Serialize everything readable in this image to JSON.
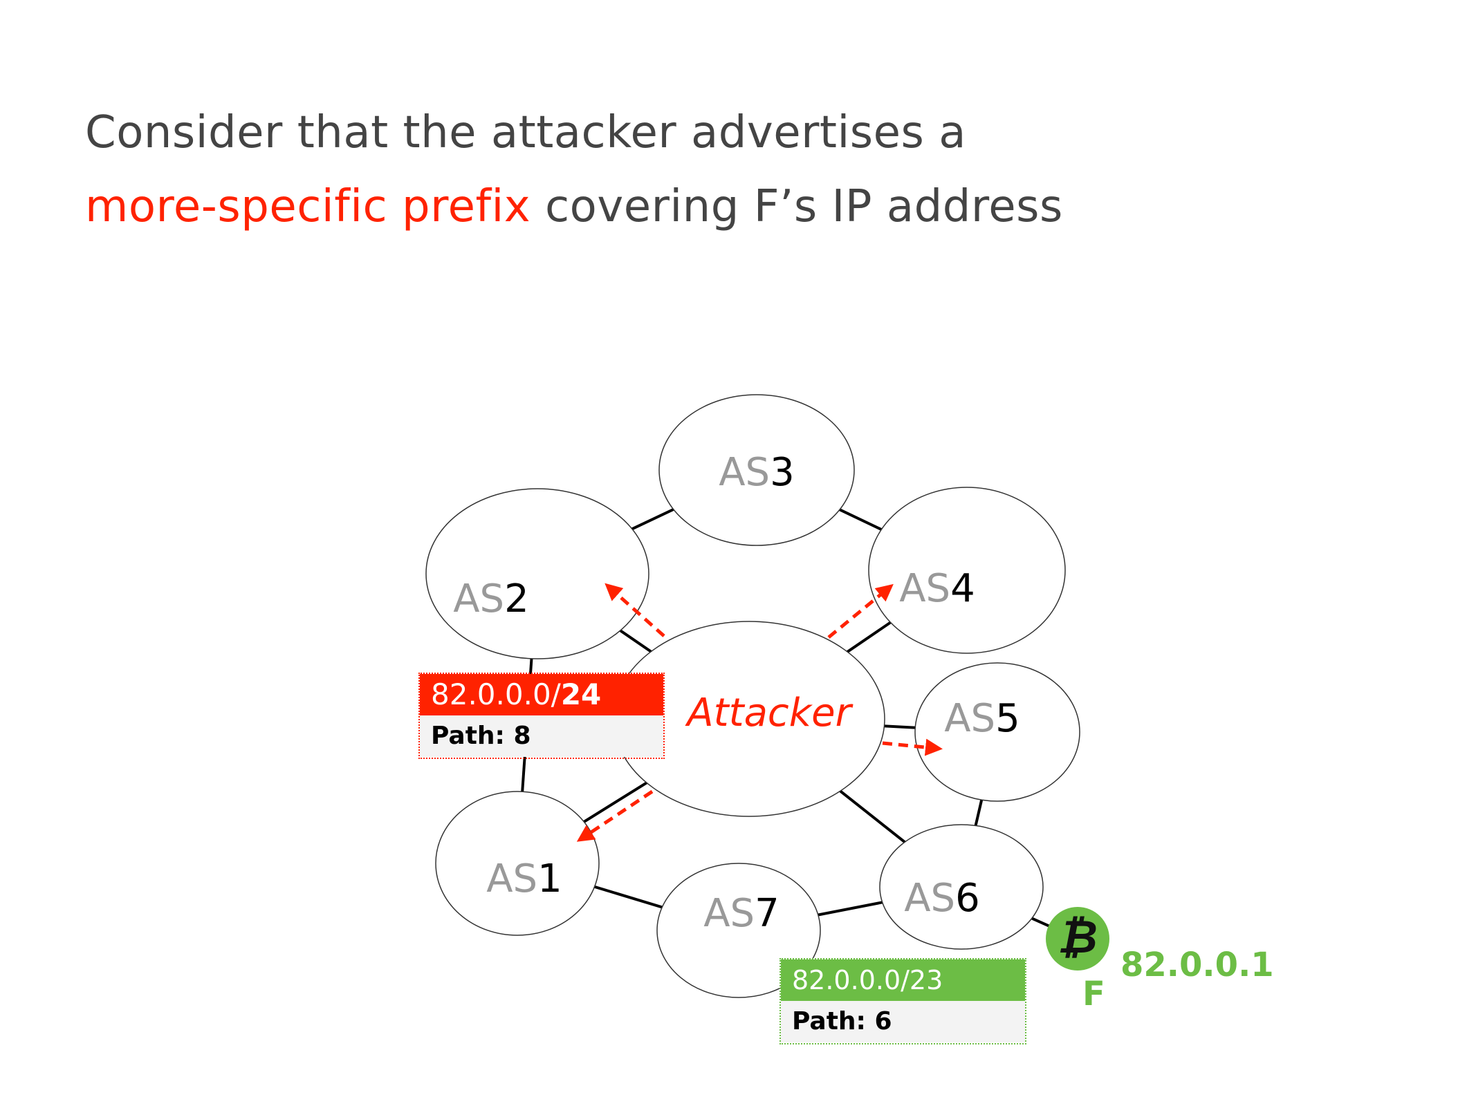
{
  "title": {
    "line1": "Consider that the attacker advertises a",
    "line2_highlight": "more-specific prefix",
    "line2_rest": " covering F’s IP address"
  },
  "colors": {
    "text": "#444444",
    "attacker_red": "#ff2200",
    "victim_green": "#6cbd45",
    "as_prefix_gray": "#999999"
  },
  "nodes": [
    {
      "id": "AS3",
      "prefix": "AS",
      "num": "3"
    },
    {
      "id": "AS2",
      "prefix": "AS",
      "num": "2"
    },
    {
      "id": "AS4",
      "prefix": "AS",
      "num": "4"
    },
    {
      "id": "AS5",
      "prefix": "AS",
      "num": "5"
    },
    {
      "id": "AS1",
      "prefix": "AS",
      "num": "1"
    },
    {
      "id": "AS7",
      "prefix": "AS",
      "num": "7"
    },
    {
      "id": "AS6",
      "prefix": "AS",
      "num": "6"
    },
    {
      "id": "Attacker",
      "label": "Attacker"
    }
  ],
  "links": [
    [
      "AS2",
      "AS3"
    ],
    [
      "AS3",
      "AS4"
    ],
    [
      "AS2",
      "Attacker"
    ],
    [
      "AS4",
      "Attacker"
    ],
    [
      "AS2",
      "AS1"
    ],
    [
      "Attacker",
      "AS5"
    ],
    [
      "Attacker",
      "AS1"
    ],
    [
      "Attacker",
      "AS6"
    ],
    [
      "AS5",
      "AS6"
    ],
    [
      "AS1",
      "AS7"
    ],
    [
      "AS7",
      "AS6"
    ],
    [
      "AS6",
      "F"
    ]
  ],
  "announcements": [
    "AS2",
    "AS4",
    "AS5",
    "AS1"
  ],
  "attacker_route": {
    "prefix_main": "82.0.0.0/",
    "prefix_len": "24",
    "path": "Path: 8"
  },
  "legit_route": {
    "prefix": "82.0.0.0/23",
    "path": "Path: 6"
  },
  "victim": {
    "name": "F",
    "ip": "82.0.0.1",
    "icon": "bitcoin-icon"
  }
}
